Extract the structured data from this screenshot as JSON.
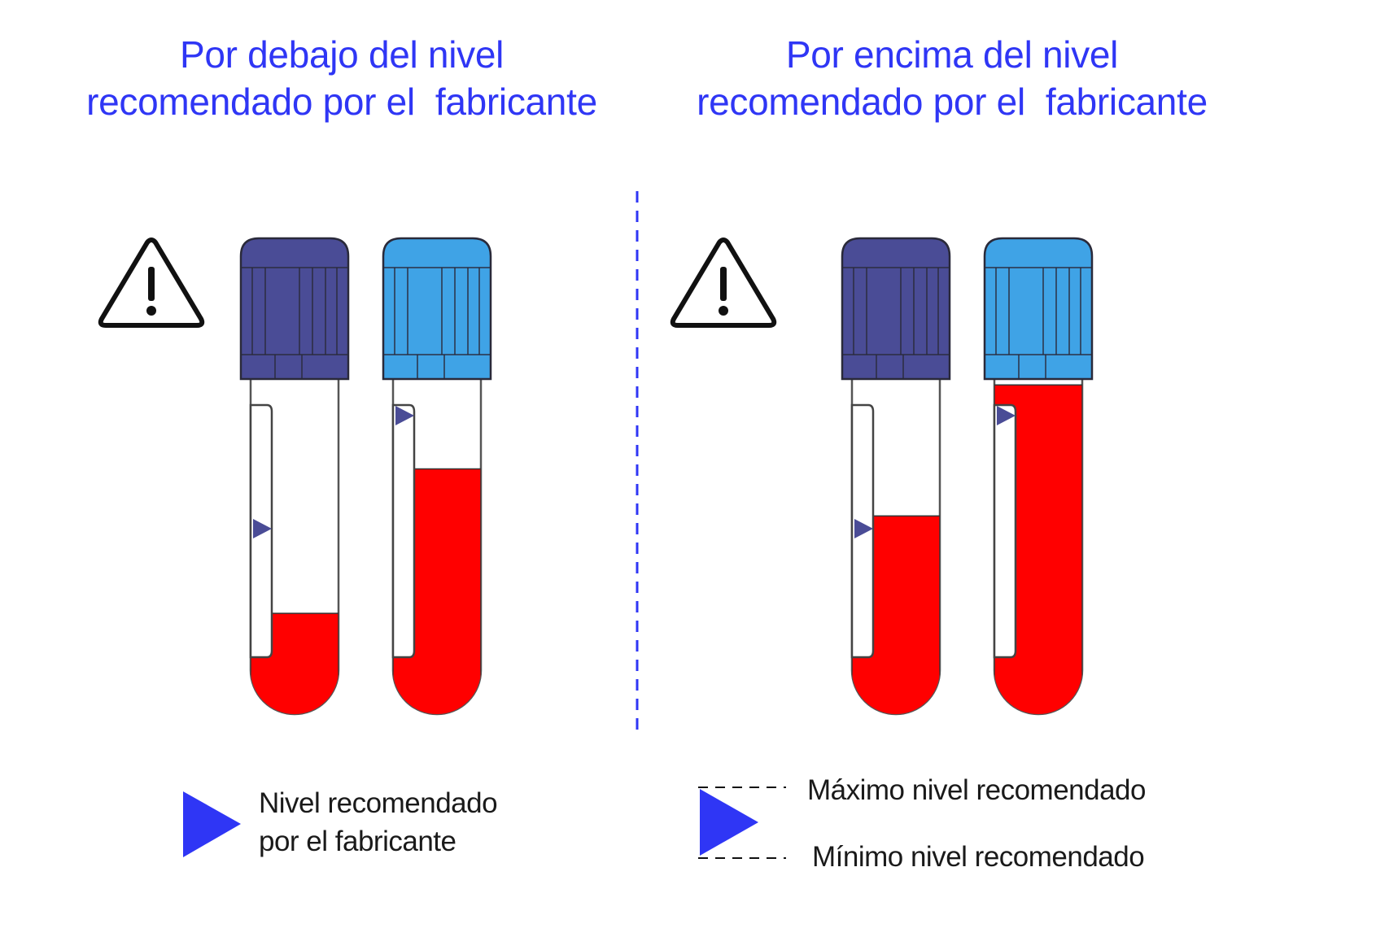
{
  "panels": {
    "left": {
      "title_line1": "Por debajo del nivel",
      "title_line2": "recomendado por el  fabricante",
      "tubes": [
        {
          "cap_color": "#4a4c96",
          "fill_fraction": 0.3
        },
        {
          "cap_color": "#3fa3e6",
          "fill_fraction": 0.73
        }
      ]
    },
    "right": {
      "title_line1": "Por encima del nivel",
      "title_line2": "recomendado por el  fabricante",
      "tubes": [
        {
          "cap_color": "#4a4c96",
          "fill_fraction": 0.59
        },
        {
          "cap_color": "#3fa3e6",
          "fill_fraction": 0.98
        }
      ]
    }
  },
  "legend": {
    "left": {
      "line1": "Nivel recomendado",
      "line2": "por el fabricante",
      "marker_icon": "triangle-marker-icon"
    },
    "right": {
      "max_label": "Máximo nivel recomendado",
      "min_label": "Mínimo nivel recomendado"
    }
  },
  "colors": {
    "title": "#2f36f5",
    "marker": "#2f36f5",
    "blood": "#ff0000",
    "cap_dark": "#4a4c96",
    "cap_light": "#3fa3e6",
    "divider": "#2f36f5"
  },
  "icons": [
    "warning-icon",
    "triangle-marker-icon",
    "tube-icon"
  ]
}
